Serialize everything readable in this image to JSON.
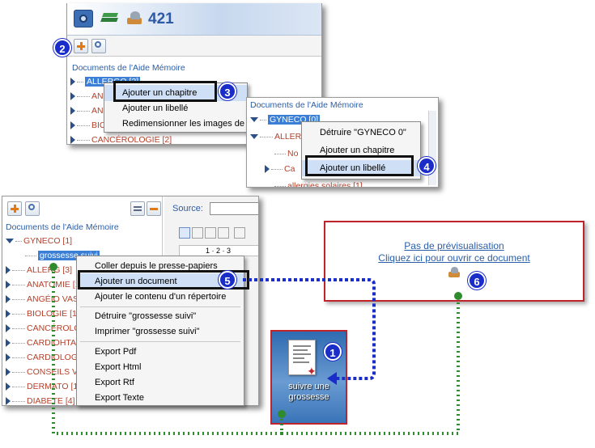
{
  "panel1": {
    "count": "421",
    "title": "Documents de l'Aide Mémoire",
    "tree": [
      "ALLERGO [3]",
      "ANG",
      "AN",
      "BIO",
      "CANCÉROLOGIE [2]"
    ],
    "menu": [
      "Ajouter un chapitre",
      "Ajouter un libellé",
      "Redimensionner les images de '"
    ]
  },
  "panel2": {
    "title": "Documents de l'Aide Mémoire",
    "tree": [
      "GYNECO [0]",
      "ALLER",
      "No",
      "Ca",
      "allergies solaires [1]"
    ],
    "menu": [
      "Détruire \"GYNECO 0\"",
      "Ajouter un chapitre",
      "Ajouter un libellé"
    ]
  },
  "panel3": {
    "title": "Documents de l'Aide Mémoire",
    "source_label": "Source:",
    "tree": [
      "GYNECO [1]",
      "grossesse suivi",
      "ALLERG [3]",
      "ANATOMIE [14]",
      "ANGÉIO VASCU",
      "BIOLOGIE [14]",
      "CANCÉROLOGI",
      "CARDIOHTA [1",
      "CARDIOLOGIE [",
      "CONSEILS VOY",
      "DERMATO [17]",
      "DIABETE [4]"
    ],
    "menu": [
      "Coller depuis le presse-papiers",
      "Ajouter un document",
      "Ajouter le contenu d'un répertoire",
      "Détruire \"grossesse suivi\"",
      "Imprimer \"grossesse suivi\"",
      "Export Pdf",
      "Export Html",
      "Export Rtf",
      "Export Texte"
    ],
    "ruler": "1 · 2 · 3"
  },
  "preview": {
    "line1": "Pas de prévisualisation",
    "line2": "Cliquez ici pour ouvrir ce document"
  },
  "file": {
    "name": "suivre une grossesse"
  },
  "badges": [
    "1",
    "2",
    "3",
    "4",
    "5",
    "6"
  ],
  "colors": {
    "accent_blue": "#1a2dc8",
    "link_blue": "#2a5ea8",
    "red_frame": "#c0232a",
    "green_dots": "#2e8b2e",
    "tree_red": "#b5402a"
  }
}
